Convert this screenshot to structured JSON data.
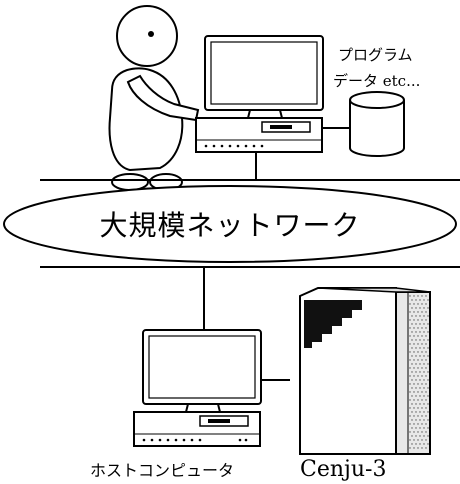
{
  "diagram": {
    "data_label_line1": "プログラム",
    "data_label_line2": "データ etc...",
    "network_label": "大規模ネットワーク",
    "host_computer_label": "ホストコンピュータ",
    "server_label": "Cenju-3"
  }
}
